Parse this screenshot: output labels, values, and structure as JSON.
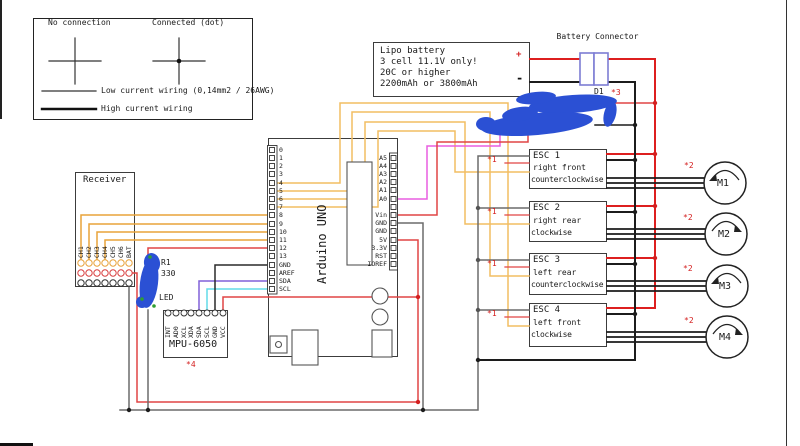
{
  "legend": {
    "no_connection": "No connection",
    "connected": "Connected (dot)",
    "low_current": "Low current wiring (0,14mm2 / 26AWG)",
    "high_current": "High current wiring"
  },
  "battery": {
    "line1": "Lipo battery",
    "line2": "3 cell 11.1V only!",
    "line3": "20C or higher",
    "line4": "2200mAh or 3800mAh",
    "plus": "+",
    "minus": "-"
  },
  "battery_connector": {
    "label": "Battery Connector"
  },
  "diode": {
    "label": "D1",
    "note": "*3"
  },
  "receiver": {
    "title": "Receiver",
    "pins": [
      "CH1",
      "CH2",
      "CH3",
      "CH4",
      "CH5",
      "CH6",
      "BAT"
    ]
  },
  "arduino": {
    "title": "Arduino UNO",
    "left_pins": [
      "0",
      "1",
      "2",
      "3",
      "4",
      "5",
      "6",
      "7",
      "8",
      "9",
      "10",
      "11",
      "12",
      "13",
      "GND",
      "AREF",
      "SDA",
      "SCL"
    ],
    "right_pins": [
      "A5",
      "A4",
      "A3",
      "A2",
      "A1",
      "A0",
      "Vin",
      "GND",
      "GND",
      "5V",
      "3.3V",
      "RST",
      "IOREF"
    ]
  },
  "led_circuit": {
    "r_label": "R1",
    "r_value": "330",
    "led_label": "LED"
  },
  "mpu": {
    "title": "MPU-6050",
    "note": "*4",
    "pins": [
      "INT",
      "AD0",
      "XCL",
      "XDA",
      "SDA",
      "SCL",
      "GND",
      "VCC"
    ]
  },
  "escs": [
    {
      "title": "ESC 1",
      "line2": "right front",
      "line3": "counterclockwise",
      "note": "*1"
    },
    {
      "title": "ESC 2",
      "line2": "right rear",
      "line3": "clockwise",
      "note": "*1"
    },
    {
      "title": "ESC 3",
      "line2": "left rear",
      "line3": "counterclockwise",
      "note": "*1"
    },
    {
      "title": "ESC 4",
      "line2": "left front",
      "line3": "clockwise",
      "note": "*1"
    }
  ],
  "motors": [
    {
      "label": "M1",
      "note": "*2",
      "direction": "counterclockwise"
    },
    {
      "label": "M2",
      "note": "*2",
      "direction": "clockwise"
    },
    {
      "label": "M3",
      "note": "*2",
      "direction": "counterclockwise"
    },
    {
      "label": "M4",
      "note": "*2",
      "direction": "clockwise"
    }
  ],
  "colors": {
    "annotation_red": "#d42020",
    "wire_power_red": "#dd1f1f",
    "wire_signal_red": "#e04545",
    "wire_black": "#1c1c1c",
    "wire_gray": "#6b6b6b",
    "wire_orange": "#e8a43a",
    "wire_yellow": "#f2bd62",
    "wire_magenta": "#e85fe0",
    "wire_purple": "#8060d8",
    "wire_cyan": "#62dce8",
    "scribble_blue": "#2b50d4",
    "connector_purple": "#7d7dd4"
  }
}
